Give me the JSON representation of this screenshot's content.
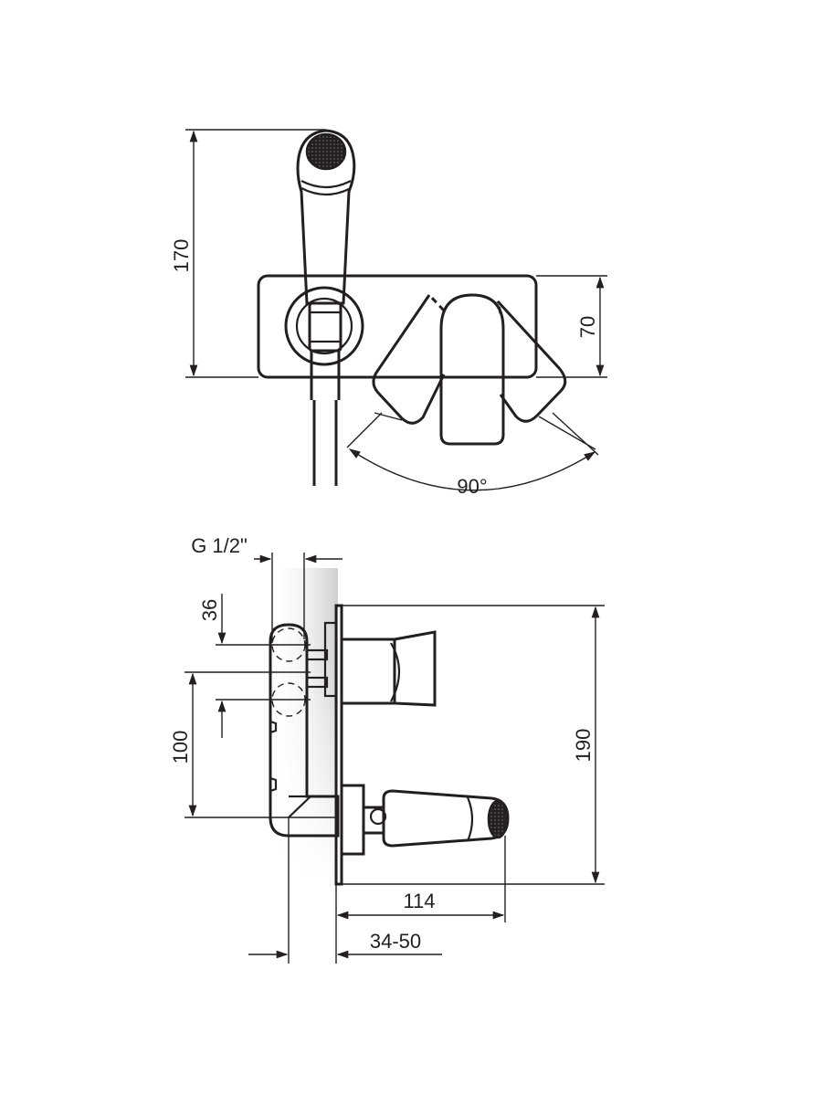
{
  "colors": {
    "line": "#231f20",
    "wall_shade": "#d6d6d6",
    "background": "#ffffff"
  },
  "front_view": {
    "dim_total_height": "170",
    "dim_plate_height": "70",
    "dim_rotation_angle": "90°"
  },
  "side_view": {
    "dim_thread": "G 1/2\"",
    "dim_inlet_spacing": "36",
    "dim_outlet_drop": "100",
    "dim_total_height": "190",
    "dim_projection": "114",
    "dim_wall_depth": "34-50"
  }
}
